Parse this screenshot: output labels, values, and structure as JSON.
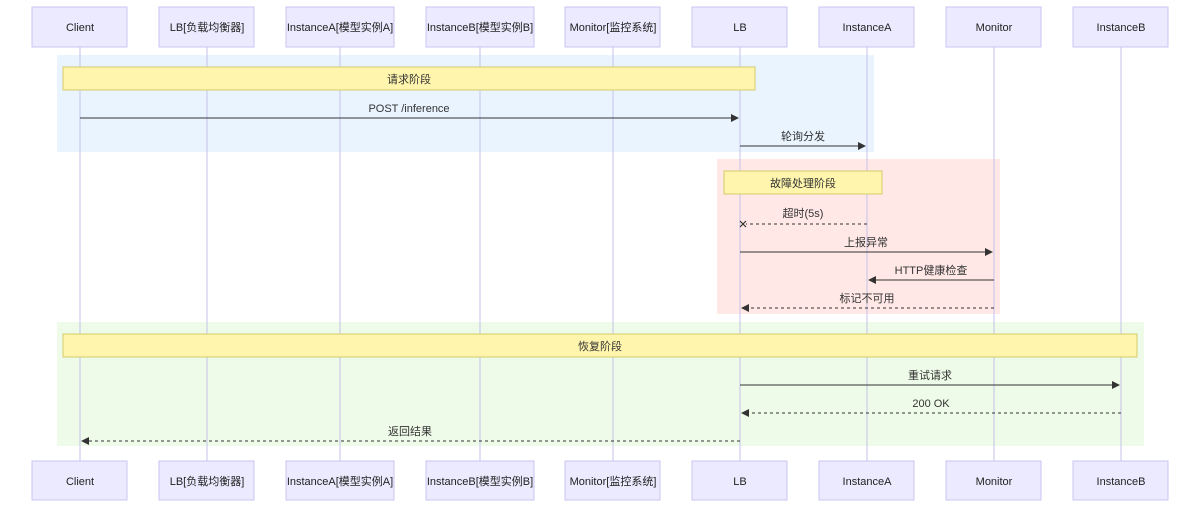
{
  "actors": {
    "client": "Client",
    "lb": "LB[负载均衡器]",
    "instance_a": "InstanceA[模型实例A]",
    "instance_b": "InstanceB[模型实例B]",
    "monitor": "Monitor[监控系统]",
    "lb_short": "LB",
    "instance_a_short": "InstanceA",
    "monitor_short": "Monitor",
    "instance_b_short": "InstanceB"
  },
  "phases": {
    "request": "请求阶段",
    "failure": "故障处理阶段",
    "recovery": "恢复阶段"
  },
  "messages": [
    {
      "text": "POST /inference",
      "from": "Client",
      "to": "LB",
      "style": "solid-arrow"
    },
    {
      "text": "轮询分发",
      "from": "LB",
      "to": "InstanceA",
      "style": "solid-arrow"
    },
    {
      "text": "超时(5s)",
      "from": "InstanceA",
      "to": "LB",
      "style": "dashed-cross"
    },
    {
      "text": "上报异常",
      "from": "LB",
      "to": "Monitor",
      "style": "solid-arrow"
    },
    {
      "text": "HTTP健康检查",
      "from": "Monitor",
      "to": "InstanceA",
      "style": "solid-arrow"
    },
    {
      "text": "标记不可用",
      "from": "Monitor",
      "to": "LB",
      "style": "dashed-arrow"
    },
    {
      "text": "重试请求",
      "from": "LB",
      "to": "InstanceB",
      "style": "solid-arrow"
    },
    {
      "text": "200 OK",
      "from": "InstanceB",
      "to": "LB",
      "style": "dashed-arrow"
    },
    {
      "text": "返回结果",
      "from": "LB",
      "to": "Client",
      "style": "dashed-arrow"
    }
  ],
  "colors": {
    "request_region": "#e9f4ff",
    "failure_region": "#ffe8e6",
    "recovery_region": "#eefbe8",
    "note_fill": "#fff5ad",
    "actor_fill": "#eceaff"
  }
}
